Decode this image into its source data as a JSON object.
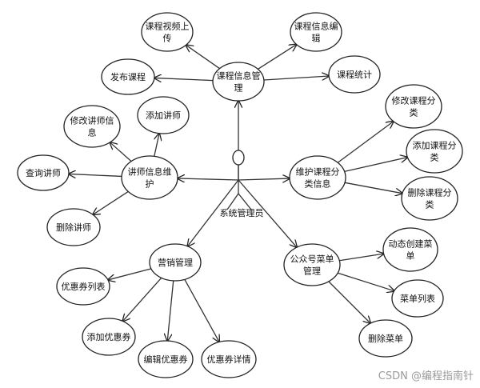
{
  "actor": {
    "label": "系统管理员"
  },
  "nodes": {
    "course_info_mgmt": [
      "课程信息管",
      "理"
    ],
    "course_video_upload": [
      "课程视频上",
      "传"
    ],
    "course_info_edit": [
      "课程信息编",
      "辑"
    ],
    "publish_course": [
      "发布课程"
    ],
    "course_stats": [
      "课程统计"
    ],
    "modify_lecturer_info": [
      "修改讲师信",
      "息"
    ],
    "add_lecturer": [
      "添加讲师"
    ],
    "lecturer_info_mgmt": [
      "讲师信息维",
      "护"
    ],
    "query_lecturer": [
      "查询讲师"
    ],
    "delete_lecturer": [
      "删除讲师"
    ],
    "category_mgmt": [
      "维护课程分",
      "类信息"
    ],
    "modify_category": [
      "修改课程分",
      "类"
    ],
    "add_category": [
      "添加课程分",
      "类"
    ],
    "delete_category": [
      "删除课程分",
      "类"
    ],
    "marketing_mgmt": [
      "营销管理"
    ],
    "coupon_list": [
      "优惠券列表"
    ],
    "add_coupon": [
      "添加优惠券"
    ],
    "edit_coupon": [
      "编辑优惠券"
    ],
    "coupon_detail": [
      "优惠券详情"
    ],
    "wechat_menu_mgmt": [
      "公众号菜单",
      "管理"
    ],
    "dynamic_create_menu": [
      "动态创建菜",
      "单"
    ],
    "menu_list": [
      "菜单列表"
    ],
    "delete_menu": [
      "删除菜单"
    ]
  },
  "watermark": "CSDN @编程指南针"
}
